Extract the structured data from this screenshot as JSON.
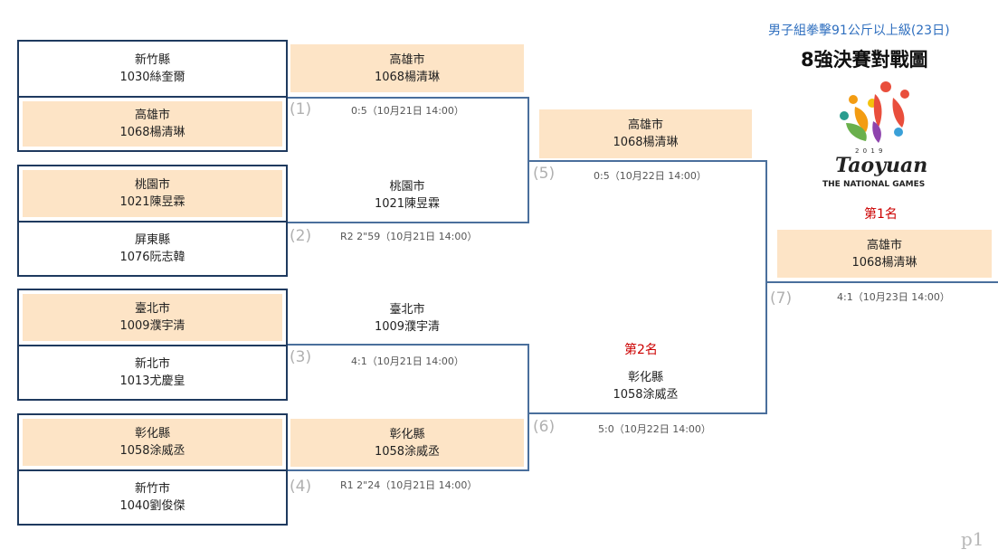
{
  "header": {
    "subtitle": "男子組拳擊91公斤以上級(23日)",
    "title": "8強決賽對戰圖"
  },
  "logo": {
    "year": "2 0 1 9",
    "wordmark": "Taoyuan",
    "caption": "THE NATIONAL GAMES"
  },
  "entrants": [
    {
      "city": "新竹縣",
      "athlete": "1030絲奎爾",
      "winner": false
    },
    {
      "city": "高雄市",
      "athlete": "1068楊清琳",
      "winner": true
    },
    {
      "city": "桃園市",
      "athlete": "1021陳昱霖",
      "winner": true
    },
    {
      "city": "屏東縣",
      "athlete": "1076阮志韓",
      "winner": false
    },
    {
      "city": "臺北市",
      "athlete": "1009濮宇清",
      "winner": true
    },
    {
      "city": "新北市",
      "athlete": "1013尤慶皇",
      "winner": false
    },
    {
      "city": "彰化縣",
      "athlete": "1058涂威丞",
      "winner": true
    },
    {
      "city": "新竹市",
      "athlete": "1040劉俊傑",
      "winner": false
    }
  ],
  "quarterfinals": [
    {
      "num": "(1)",
      "score": "0:5（10月21日 14:00）",
      "city": "高雄市",
      "athlete": "1068楊清琳"
    },
    {
      "num": "(2)",
      "score": "R2 2\"59（10月21日 14:00）",
      "city": "桃園市",
      "athlete": "1021陳昱霖"
    },
    {
      "num": "(3)",
      "score": "4:1（10月21日 14:00）",
      "city": "臺北市",
      "athlete": "1009濮宇清"
    },
    {
      "num": "(4)",
      "score": "R1 2\"24（10月21日 14:00）",
      "city": "彰化縣",
      "athlete": "1058涂威丞"
    }
  ],
  "semifinals": [
    {
      "num": "(5)",
      "score": "0:5（10月22日 14:00）",
      "city": "高雄市",
      "athlete": "1068楊清琳"
    },
    {
      "num": "(6)",
      "score": "5:0（10月22日 14:00）",
      "place": "第2名",
      "city": "彰化縣",
      "athlete": "1058涂威丞"
    }
  ],
  "final": {
    "num": "(7)",
    "score": "4:1（10月23日 14:00）",
    "place": "第1名",
    "city": "高雄市",
    "athlete": "1068楊清琳"
  },
  "page_label": "p1",
  "colors": {
    "winner_fill": "#fde4c6",
    "border": "#1f3a5f",
    "line": "#4a6f9c",
    "rank": "#cc0000",
    "subtitle": "#2f6fbf"
  }
}
